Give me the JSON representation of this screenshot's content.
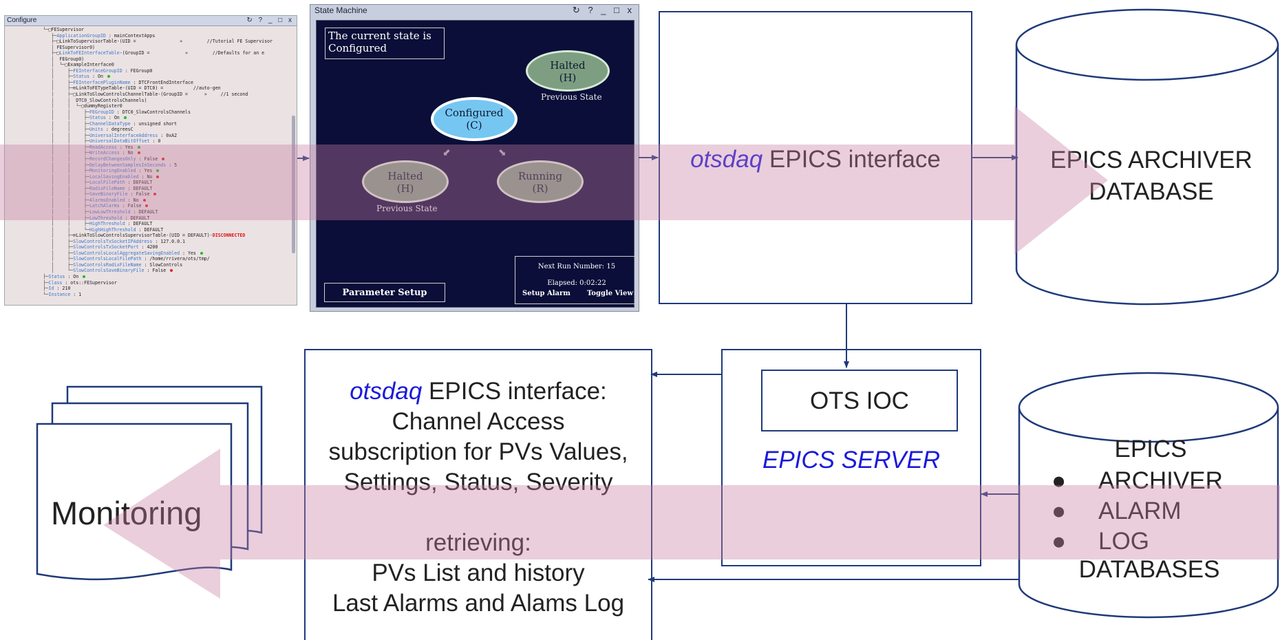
{
  "configure_window": {
    "title": "Configure",
    "controls": "↻ ? _ □ x",
    "tree": [
      {
        "i": "              └─□",
        "k": "FESupervisor",
        "dark": true
      },
      {
        "i": "                 ├─",
        "k": "ApplicationGroupID",
        "v": " : mainContextApps"
      },
      {
        "i": "                 ├─□",
        "k": "LinkToSupervisorTable",
        "dark": true,
        "v": "-(UID =                »         //Tutorial FE Supervisor"
      },
      {
        "i": "                 │ ",
        "k": "",
        "v": "FESupervisor0)"
      },
      {
        "i": "                 ├─□",
        "k": "LinkToFEInterfaceTable",
        "v": "-(GroupID =             »         //Defaults for an e"
      },
      {
        "i": "                 │  ",
        "k": "",
        "v": "FEGroup0)"
      },
      {
        "i": "                 │  └─□",
        "k": "ExampleInterface0",
        "dark": true
      },
      {
        "i": "                 │     ├─",
        "k": "FEInterfaceGroupID",
        "v": " : FEGroup0"
      },
      {
        "i": "                 │     ├─",
        "k": "Status",
        "v": " : On ",
        "dot": "g"
      },
      {
        "i": "                 │     ├─",
        "k": "FEInterfacePluginName",
        "v": " : DTCFrontEndInterface"
      },
      {
        "i": "                 │     ├─⊞",
        "k": "LinkToFETypeTable",
        "dark": true,
        "v": "-(UID = DTC0) =           //auto-gen"
      },
      {
        "i": "                 │     ├─□",
        "k": "LinkToSlowControlsChannelTable",
        "dark": true,
        "v": "-(GroupID =      »     //1 second"
      },
      {
        "i": "                 │     │  ",
        "k": "",
        "v": "DTC0_SlowControlsChannels)"
      },
      {
        "i": "                 │     │  └─□",
        "k": "dummyRegister0",
        "dark": true
      },
      {
        "i": "                 │     │     ├─",
        "k": "FEGroupID",
        "v": " : DTC0_SlowControlsChannels"
      },
      {
        "i": "                 │     │     ├─",
        "k": "Status",
        "v": " : On ",
        "dot": "g"
      },
      {
        "i": "                 │     │     ├─",
        "k": "ChannelDataType",
        "v": " : unsigned short"
      },
      {
        "i": "                 │     │     ├─",
        "k": "Units",
        "v": " : degreesC"
      },
      {
        "i": "                 │     │     ├─",
        "k": "UniversalInterfaceAddress",
        "v": " : 0xA2"
      },
      {
        "i": "                 │     │     ├─",
        "k": "UniversalDataBitOffset",
        "v": " : 0"
      },
      {
        "i": "                 │     │     ├─",
        "k": "ReadAccess",
        "v": " : Yes ",
        "dot": "g"
      },
      {
        "i": "                 │     │     ├─",
        "k": "WriteAccess",
        "v": " : No ",
        "dot": "r"
      },
      {
        "i": "                 │     │     ├─",
        "k": "RecordChangesOnly",
        "v": " : False ",
        "dot": "r"
      },
      {
        "i": "                 │     │     ├─",
        "k": "DelayBetweenSamplesInSeconds",
        "v": " : 5"
      },
      {
        "i": "                 │     │     ├─",
        "k": "MonitoringEnabled",
        "v": " : Yes ",
        "dot": "g"
      },
      {
        "i": "                 │     │     ├─",
        "k": "LocalSavingEnabled",
        "v": " : No ",
        "dot": "r"
      },
      {
        "i": "                 │     │     ├─",
        "k": "LocalFilePath",
        "v": " : DEFAULT"
      },
      {
        "i": "                 │     │     ├─",
        "k": "RadixFileName",
        "v": " : DEFAULT"
      },
      {
        "i": "                 │     │     ├─",
        "k": "SaveBinaryFile",
        "v": " : False ",
        "dot": "r"
      },
      {
        "i": "                 │     │     ├─",
        "k": "AlarmsEnabled",
        "v": " : No ",
        "dot": "r"
      },
      {
        "i": "                 │     │     ├─",
        "k": "LatchAlarms",
        "v": " : False ",
        "dot": "r"
      },
      {
        "i": "                 │     │     ├─",
        "k": "LowLowThreshold",
        "v": " : DEFAULT"
      },
      {
        "i": "                 │     │     ├─",
        "k": "LowThreshold",
        "v": " : DEFAULT"
      },
      {
        "i": "                 │     │     ├─",
        "k": "HighThreshold",
        "v": " : DEFAULT"
      },
      {
        "i": "                 │     │     └─",
        "k": "HighHighThreshold",
        "v": " : DEFAULT"
      },
      {
        "i": "                 │     ├─⊞",
        "k": "LinkToSlowControlsSupervisorTable",
        "dark": true,
        "v": "-(UID = DEFAULT)-",
        "disc": "DISCONNECTED"
      },
      {
        "i": "                 │     ├─",
        "k": "SlowControlsTxSocketIPAddress",
        "v": " : 127.0.0.1"
      },
      {
        "i": "                 │     ├─",
        "k": "SlowControlsTxSocketPort",
        "v": " : 4200"
      },
      {
        "i": "                 │     ├─",
        "k": "SlowControlsLocalAggregateSavingEnabled",
        "v": " : Yes ",
        "dot": "g"
      },
      {
        "i": "                 │     ├─",
        "k": "SlowControlsLocalFilePath",
        "v": " : /home/rrivera/ots/tmp/"
      },
      {
        "i": "                 │     ├─",
        "k": "SlowControlsRadixFileName",
        "v": " : SlowControls"
      },
      {
        "i": "                 │     └─",
        "k": "SlowControlsSaveBinaryFile",
        "v": " : False ",
        "dot": "r"
      },
      {
        "i": "              ├─",
        "k": "Status",
        "v": " : On ",
        "dot": "g"
      },
      {
        "i": "              ├─",
        "k": "Class",
        "v": " : ots::FESupervisor"
      },
      {
        "i": "              ├─",
        "k": "Id",
        "v": " : 210"
      },
      {
        "i": "              └─",
        "k": "Instance",
        "v": " : 1"
      }
    ]
  },
  "state_machine": {
    "title": "State Machine",
    "controls": "↻ ? _ □ x",
    "current_state_msg": "The current state is Configured",
    "states": {
      "halted_top": {
        "name": "Halted",
        "abbr": "(H)",
        "sub": "Previous State"
      },
      "configured": {
        "name": "Configured",
        "abbr": "(C)"
      },
      "halted_bottom": {
        "name": "Halted",
        "abbr": "(H)",
        "sub": "Previous State"
      },
      "running": {
        "name": "Running",
        "abbr": "(R)"
      }
    },
    "next_run": "Next Run Number: 15",
    "elapsed": "Elapsed: 0:02:22",
    "setup_alarm": "Setup Alarm",
    "toggle_view": "Toggle View",
    "parameter_setup": "Parameter Setup"
  },
  "diagram": {
    "top_interface": {
      "italic": "otsdaq",
      "rest": " EPICS interface"
    },
    "archiver_db": [
      "EPICS ARCHIVER",
      "DATABASE"
    ],
    "ots_ioc": "OTS IOC",
    "epics_server": "EPICS SERVER",
    "bottom_interface": {
      "italic": "otsdaq",
      "line1_rest": " EPICS interface:",
      "lines_a": [
        "Channel Access",
        "subscription for PVs Values,",
        "Settings, Status, Severity"
      ],
      "lines_b": [
        "retrieving:",
        "PVs List and history",
        "Last Alarms and Alams Log"
      ]
    },
    "epics_dbs": {
      "title": "EPICS",
      "items": [
        "ARCHIVER",
        "ALARM",
        "LOG"
      ],
      "footer": "DATABASES"
    },
    "monitoring": "Monitoring"
  },
  "colors": {
    "arrow_band": "#d7a7bd",
    "box_border": "#1f3a7a",
    "accent_blue": "#1a1adc",
    "sm_bg": "#0a0e38"
  }
}
